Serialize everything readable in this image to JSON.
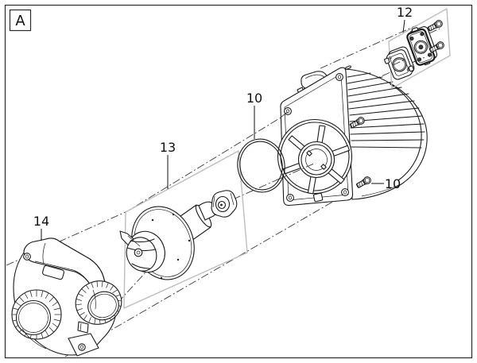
{
  "figure": {
    "view_label": "A"
  },
  "callouts": {
    "terminal_plate": {
      "label": "12"
    },
    "o_ring": {
      "label": "10"
    },
    "housing_screw": {
      "label": "10"
    },
    "rotor_assembly": {
      "label": "13"
    },
    "pump_housing": {
      "label": "14"
    }
  },
  "colors": {
    "line": "#1b1b1b",
    "box_outline": "#bdbdbd",
    "background": "#ffffff",
    "border": "#2a2a2a",
    "label": "#111111"
  }
}
